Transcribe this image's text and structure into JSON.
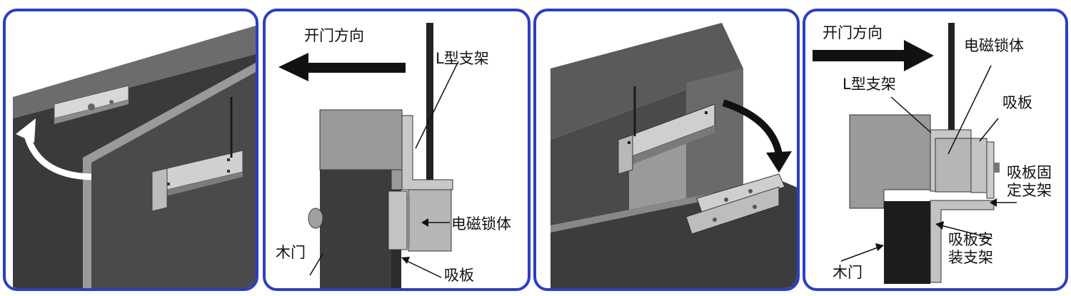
{
  "panel2": {
    "direction": "开门方向",
    "bracket": "L型支架",
    "lock_body": "电磁锁体",
    "wood_door": "木门",
    "armature": "吸板"
  },
  "panel4": {
    "direction": "开门方向",
    "lock_body": "电磁锁体",
    "bracket": "L型支架",
    "armature": "吸板",
    "armature_fixed_bracket_1": "吸板固",
    "armature_fixed_bracket_2": "定支架",
    "armature_mount_bracket_1": "吸板安",
    "armature_mount_bracket_2": "装支架",
    "wood_door": "木门"
  },
  "colors": {
    "panel_border": "#2a3fc4",
    "frame_dark": "#3c3c3e",
    "frame_top": "#6e6e70",
    "metal_light": "#b8b8b8",
    "door_face": "#48484a"
  }
}
